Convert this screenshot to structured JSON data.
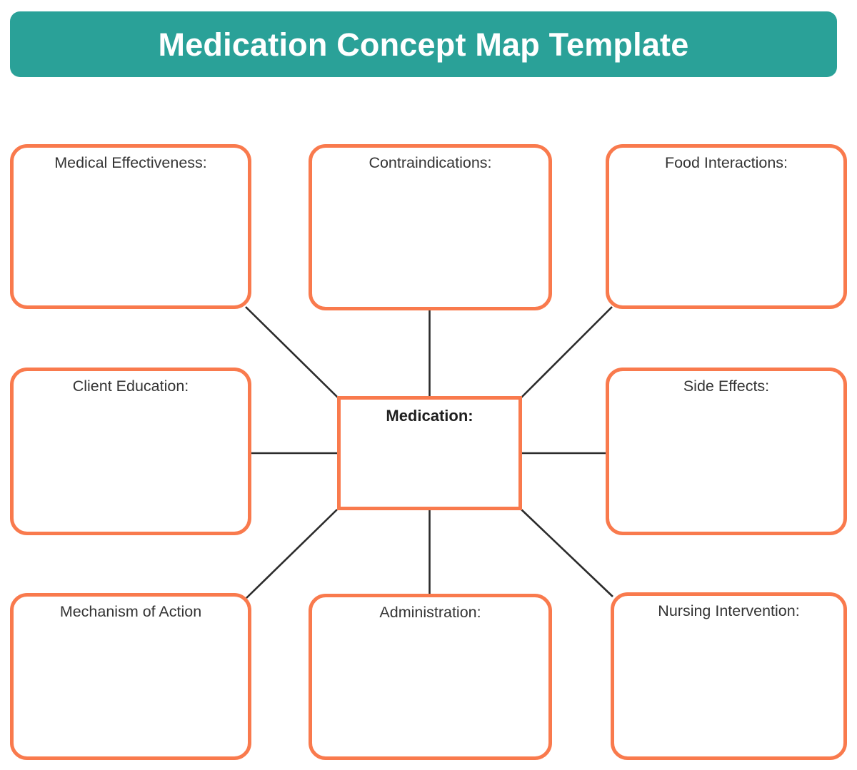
{
  "header": {
    "title": "Medication Concept Map Template",
    "background_color": "#2AA198",
    "text_color": "#FFFFFF"
  },
  "theme": {
    "node_border_color": "#F97A4D",
    "node_background_color": "#FFFFFF",
    "connector_color": "#2B2B2B",
    "label_color": "#343434",
    "page_background": "#FFFFFF"
  },
  "diagram": {
    "type": "concept-map",
    "center": {
      "id": "medication",
      "label": "Medication:",
      "shape": "rectangle",
      "bold": true
    },
    "nodes": [
      {
        "id": "medical-effectiveness",
        "label": "Medical Effectiveness:",
        "position": "top-left"
      },
      {
        "id": "contraindications",
        "label": "Contraindications:",
        "position": "top-center"
      },
      {
        "id": "food-interactions",
        "label": "Food Interactions:",
        "position": "top-right"
      },
      {
        "id": "client-education",
        "label": "Client Education:",
        "position": "middle-left"
      },
      {
        "id": "side-effects",
        "label": "Side Effects:",
        "position": "middle-right"
      },
      {
        "id": "mechanism-of-action",
        "label": "Mechanism of Action",
        "position": "bottom-left"
      },
      {
        "id": "administration",
        "label": "Administration:",
        "position": "bottom-center"
      },
      {
        "id": "nursing-intervention",
        "label": "Nursing Intervention:",
        "position": "bottom-right"
      }
    ],
    "connections": [
      {
        "from": "medication",
        "to": "medical-effectiveness",
        "style": "diagonal"
      },
      {
        "from": "medication",
        "to": "contraindications",
        "style": "vertical"
      },
      {
        "from": "medication",
        "to": "food-interactions",
        "style": "diagonal"
      },
      {
        "from": "medication",
        "to": "client-education",
        "style": "horizontal"
      },
      {
        "from": "medication",
        "to": "side-effects",
        "style": "horizontal"
      },
      {
        "from": "medication",
        "to": "mechanism-of-action",
        "style": "diagonal"
      },
      {
        "from": "medication",
        "to": "administration",
        "style": "vertical"
      },
      {
        "from": "medication",
        "to": "nursing-intervention",
        "style": "diagonal"
      }
    ]
  }
}
